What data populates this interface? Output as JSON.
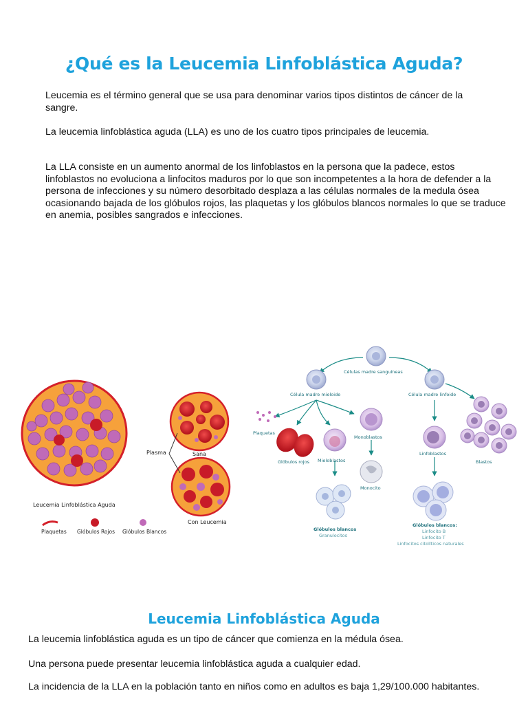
{
  "title": "¿Qué es la Leucemia Linfoblástica Aguda?",
  "paragraphs": [
    "Leucemia es el término general que se usa para denominar varios tipos distintos de cáncer de la sangre.",
    "La leucemia linfoblástica aguda (LLA) es uno de los cuatro tipos principales de leucemia.",
    "La LLA consiste en un aumento anormal de los linfoblastos en la persona que la padece, estos linfoblastos no evoluciona a linfocitos maduros por lo que son incompetentes a la hora de defender a la persona de infecciones y su número desorbitado desplaza a las células normales de la medula ósea ocasionando bajada de los glóbulos rojos, las plaquetas y los glóbulos blancos normales lo que se traduce en anemia, posibles sangrados e infecciones."
  ],
  "figure_left": {
    "big_label": "Leucemia Linfoblástica Aguda",
    "plasma": "Plasma",
    "sana": "Sana",
    "con_leucemia": "Con Leucemia",
    "legend": [
      "Plaquetas",
      "Glóbulos Rojos",
      "Glóbulos Blancos"
    ]
  },
  "figure_right": {
    "stem": "Células madre sanguíneas",
    "myeloid": "Célula madre mieloide",
    "lymphoid": "Célula madre linfoide",
    "plaquetas": "Plaquetas",
    "globulos_rojos": "Glóbulos rojos",
    "mieloblastos": "Mieloblastos",
    "monoblastos": "Monoblastos",
    "monocito": "Monocito",
    "gb_left": "Glóbulos blancos",
    "granulocitos": "Granulocitos",
    "linfoblastos": "Linfoblastos",
    "blastos": "Blastos",
    "gb_right": "Glóbulos blancos:",
    "linfocito_b": "Linfocito B",
    "linfocito_t": "Linfocito T",
    "nk": "Linfocitos citolíticos naturales"
  },
  "section_title": "Leucemia Linfoblástica Aguda",
  "bottom": [
    "La leucemia linfoblástica aguda es un tipo de cáncer que comienza en la médula ósea.",
    "Una persona puede presentar leucemia linfoblástica aguda a cualquier edad.",
    "La incidencia de la LLA en la población tanto en niños como en adultos es baja 1,29/100.000 habitantes."
  ],
  "colors": {
    "title": "#1ea2dc",
    "cell_orange": "#f6a13b",
    "red": "#d4202a",
    "purple": "#c06ab8"
  }
}
